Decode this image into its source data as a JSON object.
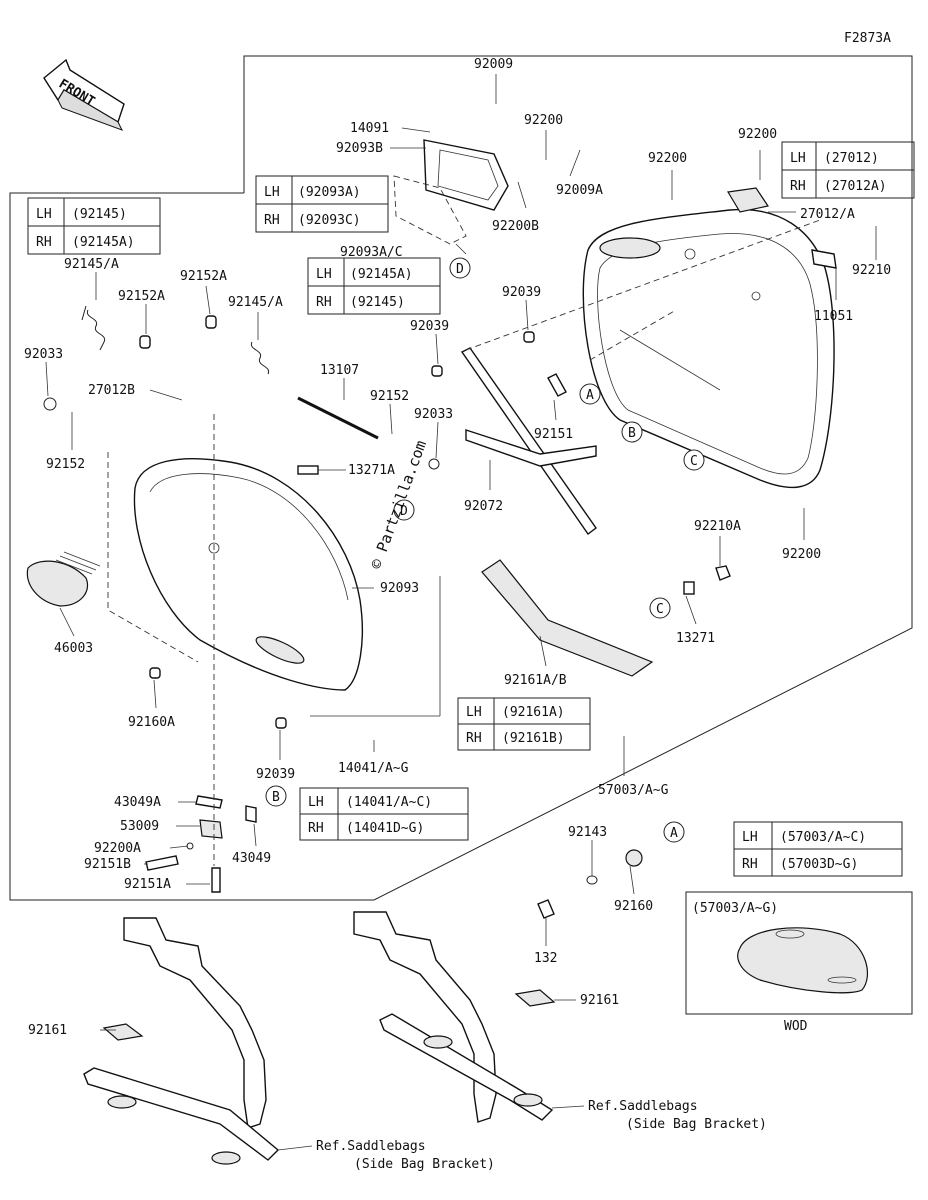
{
  "figure_code": "F2873A",
  "front_label": "FRONT",
  "watermark": "© Partzilla.com",
  "parts": {
    "p92009": "92009",
    "p14091": "14091",
    "p92093B": "92093B",
    "p92200_a": "92200",
    "p92009A": "92009A",
    "p92200B": "92200B",
    "p92200_b": "92200",
    "p92200_c": "92200",
    "p27012A": "27012/A",
    "p92210": "92210",
    "p11051": "11051",
    "p92093AC": "92093A/C",
    "p92145A_top": "92145/A",
    "p92152A_1": "92152A",
    "p92152A_2": "92152A",
    "p92145A_2": "92145/A",
    "p92039_1": "92039",
    "p92039_2": "92039",
    "p92033_1": "92033",
    "p27012B": "27012B",
    "p13107": "13107",
    "p92152_1": "92152",
    "p92033_2": "92033",
    "p92151": "92151",
    "p92152_2": "92152",
    "p13271A": "13271A",
    "p92072": "92072",
    "p92093": "92093",
    "p46003": "46003",
    "p92210A": "92210A",
    "p92200_d": "92200",
    "p13271": "13271",
    "p92160A": "92160A",
    "p92161AB": "92161A/B",
    "p92039_3": "92039",
    "p14041": "14041/A~G",
    "p57003": "57003/A~G",
    "p43049A": "43049A",
    "p53009": "53009",
    "p92200A": "92200A",
    "p92151B": "92151B",
    "p92151A": "92151A",
    "p43049": "43049",
    "p92143": "92143",
    "p92160": "92160",
    "p132": "132",
    "p92161_1": "92161",
    "p92161_2": "92161"
  },
  "callouts": {
    "A1": "A",
    "A2": "A",
    "B1": "B",
    "B2": "B",
    "C1": "C",
    "C2": "C",
    "D1": "D",
    "D2": "D"
  },
  "tables": {
    "t27012": {
      "lh_key": "LH",
      "lh_val": "(27012)",
      "rh_key": "RH",
      "rh_val": "(27012A)"
    },
    "t92093": {
      "lh_key": "LH",
      "lh_val": "(92093A)",
      "rh_key": "RH",
      "rh_val": "(92093C)"
    },
    "t92145_left": {
      "lh_key": "LH",
      "lh_val": "(92145)",
      "rh_key": "RH",
      "rh_val": "(92145A)"
    },
    "t92145_mid": {
      "lh_key": "LH",
      "lh_val": "(92145A)",
      "rh_key": "RH",
      "rh_val": "(92145)"
    },
    "t92161": {
      "lh_key": "LH",
      "lh_val": "(92161A)",
      "rh_key": "RH",
      "rh_val": "(92161B)"
    },
    "t14041": {
      "lh_key": "LH",
      "lh_val": "(14041/A~C)",
      "rh_key": "RH",
      "rh_val": "(14041D~G)"
    },
    "t57003": {
      "lh_key": "LH",
      "lh_val": "(57003/A~C)",
      "rh_key": "RH",
      "rh_val": "(57003D~G)"
    }
  },
  "inset": {
    "title": "(57003/A~G)",
    "caption": "WOD"
  },
  "refs": {
    "ref1_line1": "Ref.Saddlebags",
    "ref1_line2": "(Side Bag Bracket)",
    "ref2_line1": "Ref.Saddlebags",
    "ref2_line2": "(Side Bag Bracket)"
  }
}
